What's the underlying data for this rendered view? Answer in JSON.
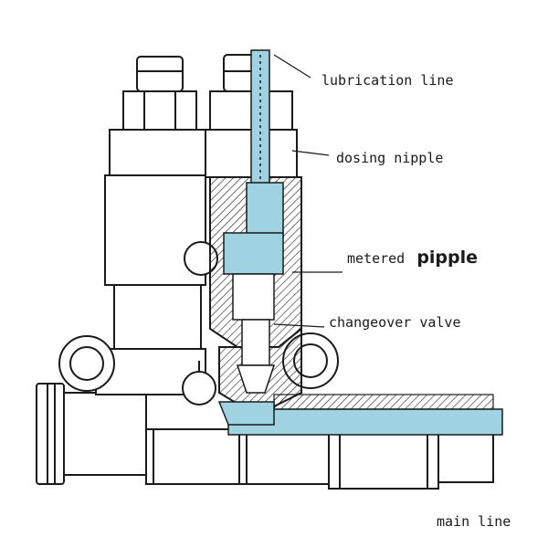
{
  "labels": {
    "lubrication_line": "lubrication line",
    "dosing_nipple": "dosing nipple",
    "metered_prefix": "metered",
    "metered_word": "pipple",
    "changeover_valve": "changeover valve",
    "main_line": "main line"
  },
  "colors": {
    "fluid": "#9fd3e2",
    "outline": "#1a1a1a",
    "body": "#ffffff"
  }
}
